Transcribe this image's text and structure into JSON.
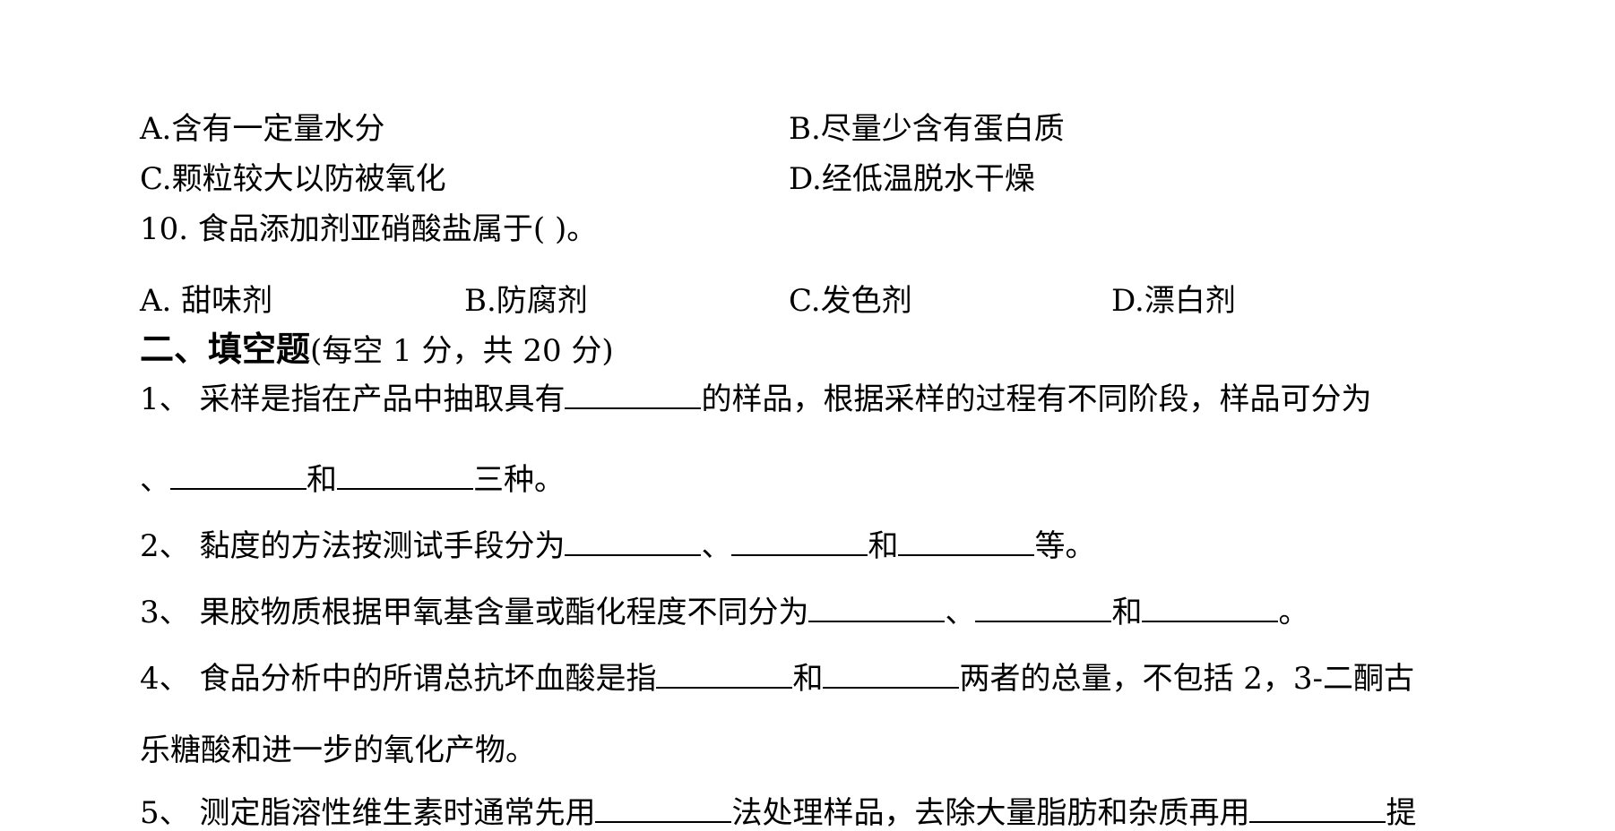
{
  "q9_options": {
    "a": "A.含有一定量水分",
    "b": "B.尽量少含有蛋白质",
    "c": "C.颗粒较大以防被氧化",
    "d": "D.经低温脱水干燥"
  },
  "q10": {
    "stem": "10. 食品添加剂亚硝酸盐属于( )。",
    "a": "A. 甜味剂",
    "b": "B.防腐剂",
    "c": "C.发色剂",
    "d": "D.漂白剂"
  },
  "section2": {
    "title_bold": "二、填空题",
    "title_note": "(每空 1 分，共 20 分)"
  },
  "fill": {
    "q1_part1": "1、 采样是指在产品中抽取具有",
    "q1_part2": "的样品，根据采样的过程有不同阶段，样品可分为",
    "q1_line2_start": "、",
    "q1_he": "和",
    "q1_end": "三种。",
    "q2_start": "2、 黏度的方法按测试手段分为",
    "q2_sep": "、",
    "q2_he": "和",
    "q2_end": "等。",
    "q3_start": "3、 果胶物质根据甲氧基含量或酯化程度不同分为",
    "q3_sep": "、",
    "q3_he": "和",
    "q3_end": "。",
    "q4_start": "4、 食品分析中的所谓总抗坏血酸是指",
    "q4_he": "和",
    "q4_end": "两者的总量，不包括 2，3-二酮古",
    "q4_line2": "乐糖酸和进一步的氧化产物。",
    "q5_partial": "5、 测定脂溶性维生素时通常先用",
    "q5_mid": "法处理样品，去除大量脂肪和杂质再用",
    "q5_end": "提"
  }
}
